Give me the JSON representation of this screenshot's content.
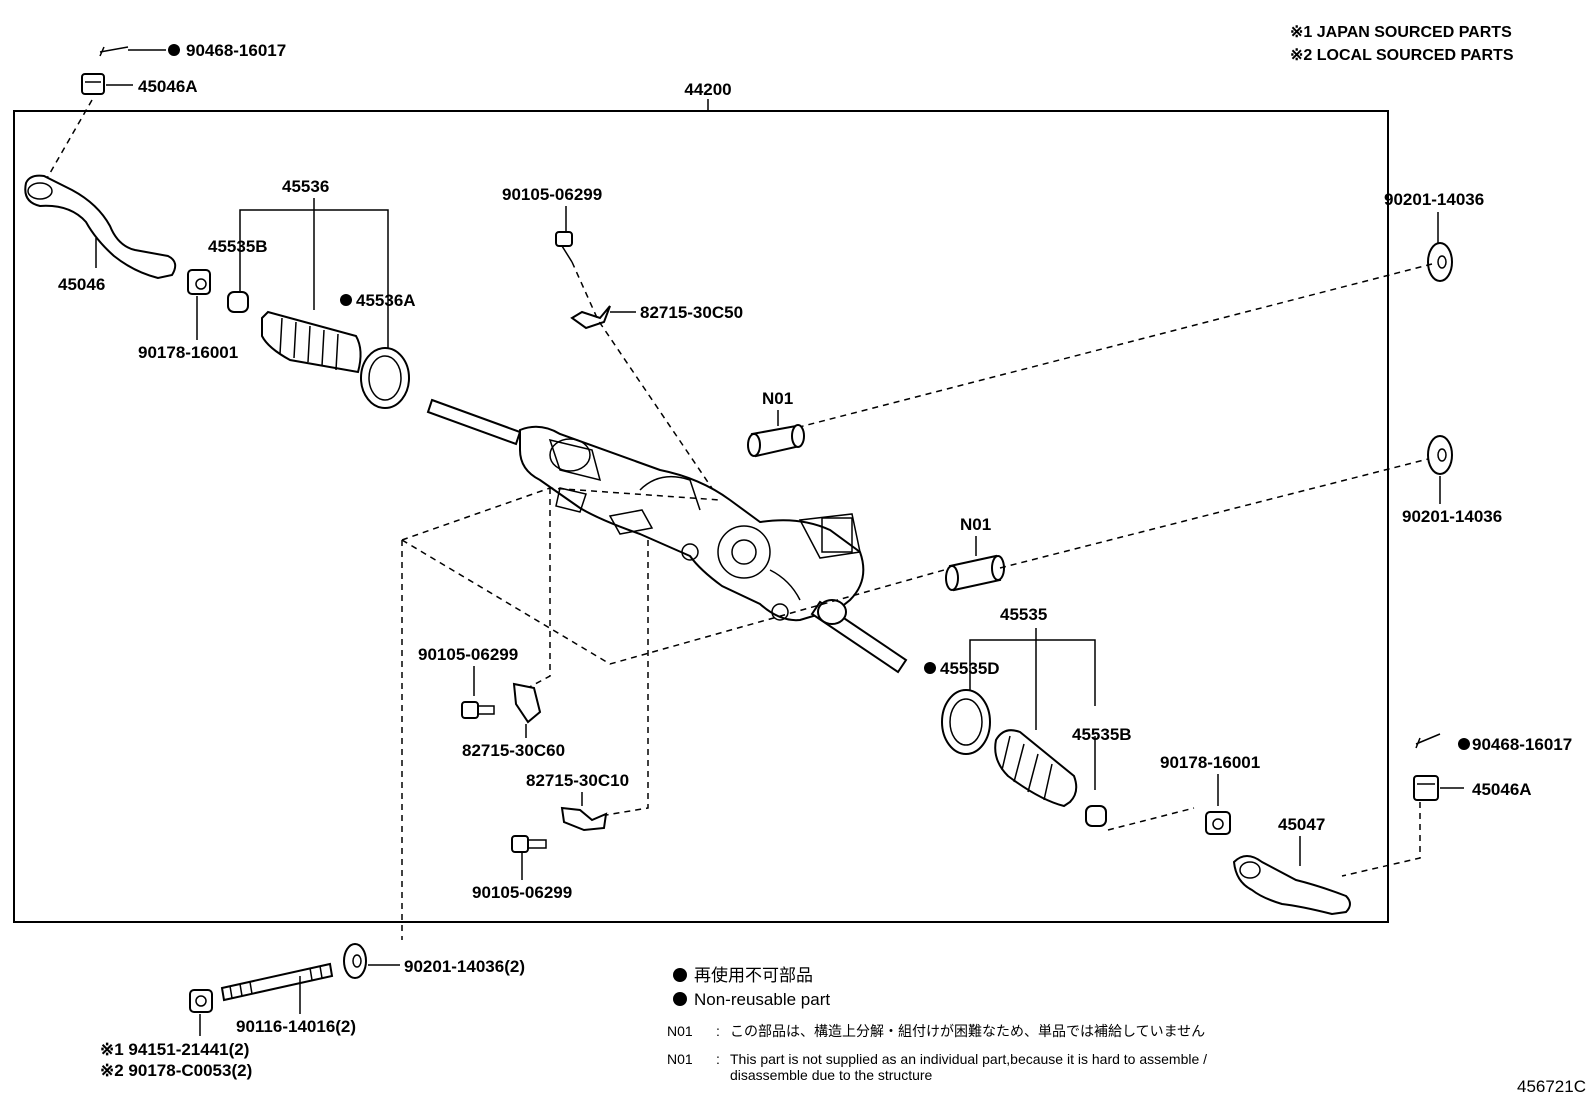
{
  "notes": {
    "japan_sourced": "※1 JAPAN SOURCED PARTS",
    "local_sourced": "※2 LOCAL SOURCED PARTS"
  },
  "assembly": {
    "main_part": "44200"
  },
  "labels": {
    "p90468_16017_top": "90468-16017",
    "p45046A_top": "45046A",
    "p45046": "45046",
    "p45536": "45536",
    "p45535B_left": "45535B",
    "p45536A": "45536A",
    "p90178_16001_left": "90178-16001",
    "p90105_06299_top": "90105-06299",
    "p82715_30C50": "82715-30C50",
    "p90201_14036_top": "90201-14036",
    "pN01_top": "N01",
    "pN01_mid": "N01",
    "p90201_14036_mid": "90201-14036",
    "p45535": "45535",
    "p45535D": "45535D",
    "p90105_06299_mid": "90105-06299",
    "p82715_30C60": "82715-30C60",
    "p82715_30C10": "82715-30C10",
    "p90105_06299_low": "90105-06299",
    "p45535B_right": "45535B",
    "p90178_16001_right": "90178-16001",
    "p90468_16017_right": "90468-16017",
    "p45046A_right": "45046A",
    "p45047": "45047",
    "p90201_14036_bottom": "90201-14036(2)",
    "p90116_14016": "90116-14016(2)",
    "p94151_21441": "※1 94151-21441(2)",
    "p90178_C0053": "※2 90178-C0053(2)"
  },
  "legend": {
    "non_reusable_jp": "再使用不可部品",
    "non_reusable_en": "Non-reusable part",
    "n01_code_jp": "N01",
    "n01_note_jp": "この部品は、構造上分解・組付けが困難なため、単品では補給していません",
    "n01_code_en": "N01",
    "n01_note_en_line1": "This part is not supplied as an individual part,because it is hard to assemble /",
    "n01_note_en_line2": "disassemble due to the structure",
    "colon": ":"
  },
  "figure_id": "456721C"
}
